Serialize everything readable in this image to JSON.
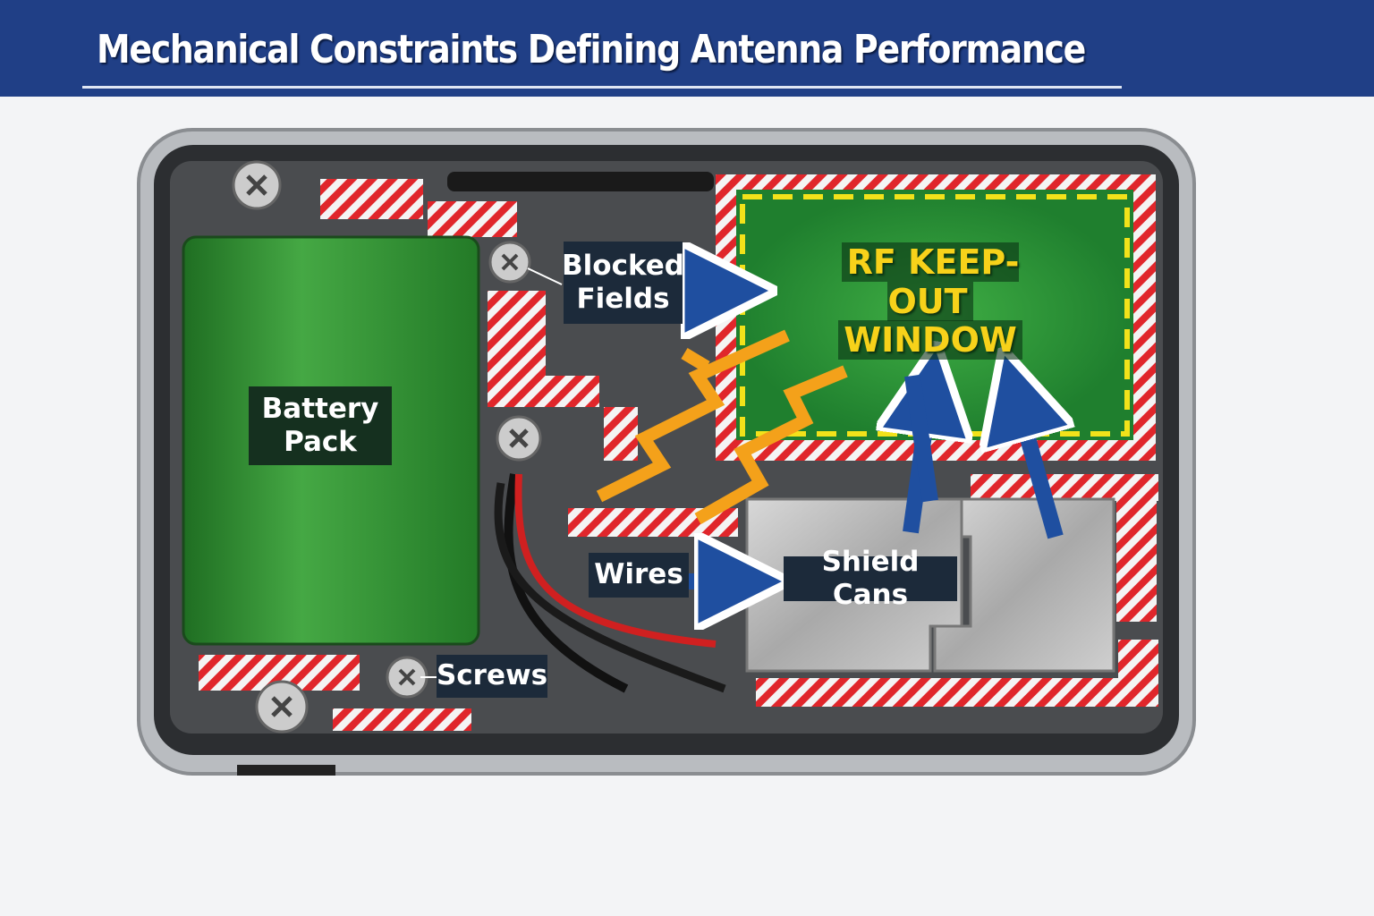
{
  "title": "Mechanical Constraints Defining Antenna Performance",
  "labels": {
    "battery": "Battery Pack",
    "blocked": "Blocked Fields",
    "rf_line1": "RF KEEP-OUT",
    "rf_line2": "WINDOW",
    "wires": "Wires",
    "shield": "Shield Cans",
    "screws": "Screws"
  },
  "colors": {
    "header": "#203f86",
    "keepout": "#e0262b",
    "battery": "#3a9a3a",
    "rf_window": "#2e9a3e",
    "dashed": "#f2e21a",
    "arrows": "#1f4fa0",
    "lightning": "#f4a11a"
  }
}
